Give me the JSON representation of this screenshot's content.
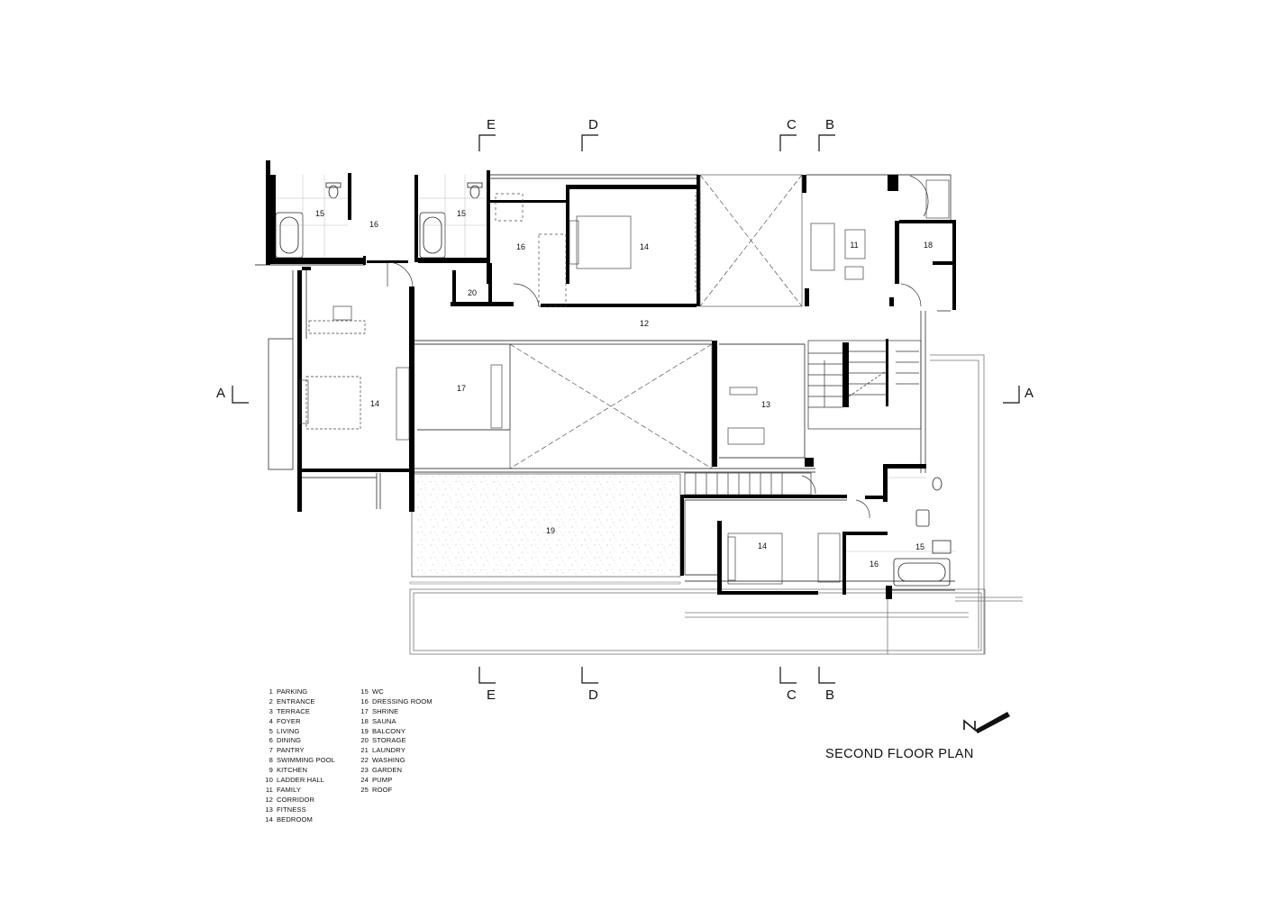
{
  "title": "SECOND FLOOR PLAN",
  "north_label": "N",
  "section_labels": {
    "A_left": "A",
    "A_right": "A",
    "E_top": "E",
    "D_top": "D",
    "C_top": "C",
    "B_top": "B",
    "E_bottom": "E",
    "D_bottom": "D",
    "C_bottom": "C",
    "B_bottom": "B"
  },
  "room_labels": {
    "wc_1": "15",
    "dressing_1": "16",
    "wc_2": "15",
    "dressing_2": "16",
    "bedroom_1": "14",
    "family": "11",
    "sauna": "18",
    "storage": "20",
    "corridor": "12",
    "bedroom_2": "14",
    "shrine": "17",
    "fitness": "13",
    "balcony": "19",
    "bedroom_3": "14",
    "dressing_3": "16",
    "wc_3": "15"
  },
  "legend": {
    "col1": [
      {
        "num": "1",
        "label": "PARKING"
      },
      {
        "num": "2",
        "label": "ENTRANCE"
      },
      {
        "num": "3",
        "label": "TERRACE"
      },
      {
        "num": "4",
        "label": "FOYER"
      },
      {
        "num": "5",
        "label": "LIVING"
      },
      {
        "num": "6",
        "label": "DINING"
      },
      {
        "num": "7",
        "label": "PANTRY"
      },
      {
        "num": "8",
        "label": "SWIMMING POOL"
      },
      {
        "num": "9",
        "label": "KITCHEN"
      },
      {
        "num": "10",
        "label": "LADDER HALL"
      },
      {
        "num": "11",
        "label": "FAMILY"
      },
      {
        "num": "12",
        "label": "CORRIDOR"
      },
      {
        "num": "13",
        "label": "FITNESS"
      },
      {
        "num": "14",
        "label": "BEDROOM"
      }
    ],
    "col2": [
      {
        "num": "15",
        "label": "WC"
      },
      {
        "num": "16",
        "label": "DRESSING ROOM"
      },
      {
        "num": "17",
        "label": "SHRINE"
      },
      {
        "num": "18",
        "label": "SAUNA"
      },
      {
        "num": "19",
        "label": "BALCONY"
      },
      {
        "num": "20",
        "label": "STORAGE"
      },
      {
        "num": "21",
        "label": "LAUNDRY"
      },
      {
        "num": "22",
        "label": "WASHING"
      },
      {
        "num": "23",
        "label": "GARDEN"
      },
      {
        "num": "24",
        "label": "PUMP"
      },
      {
        "num": "25",
        "label": "ROOF"
      }
    ]
  }
}
